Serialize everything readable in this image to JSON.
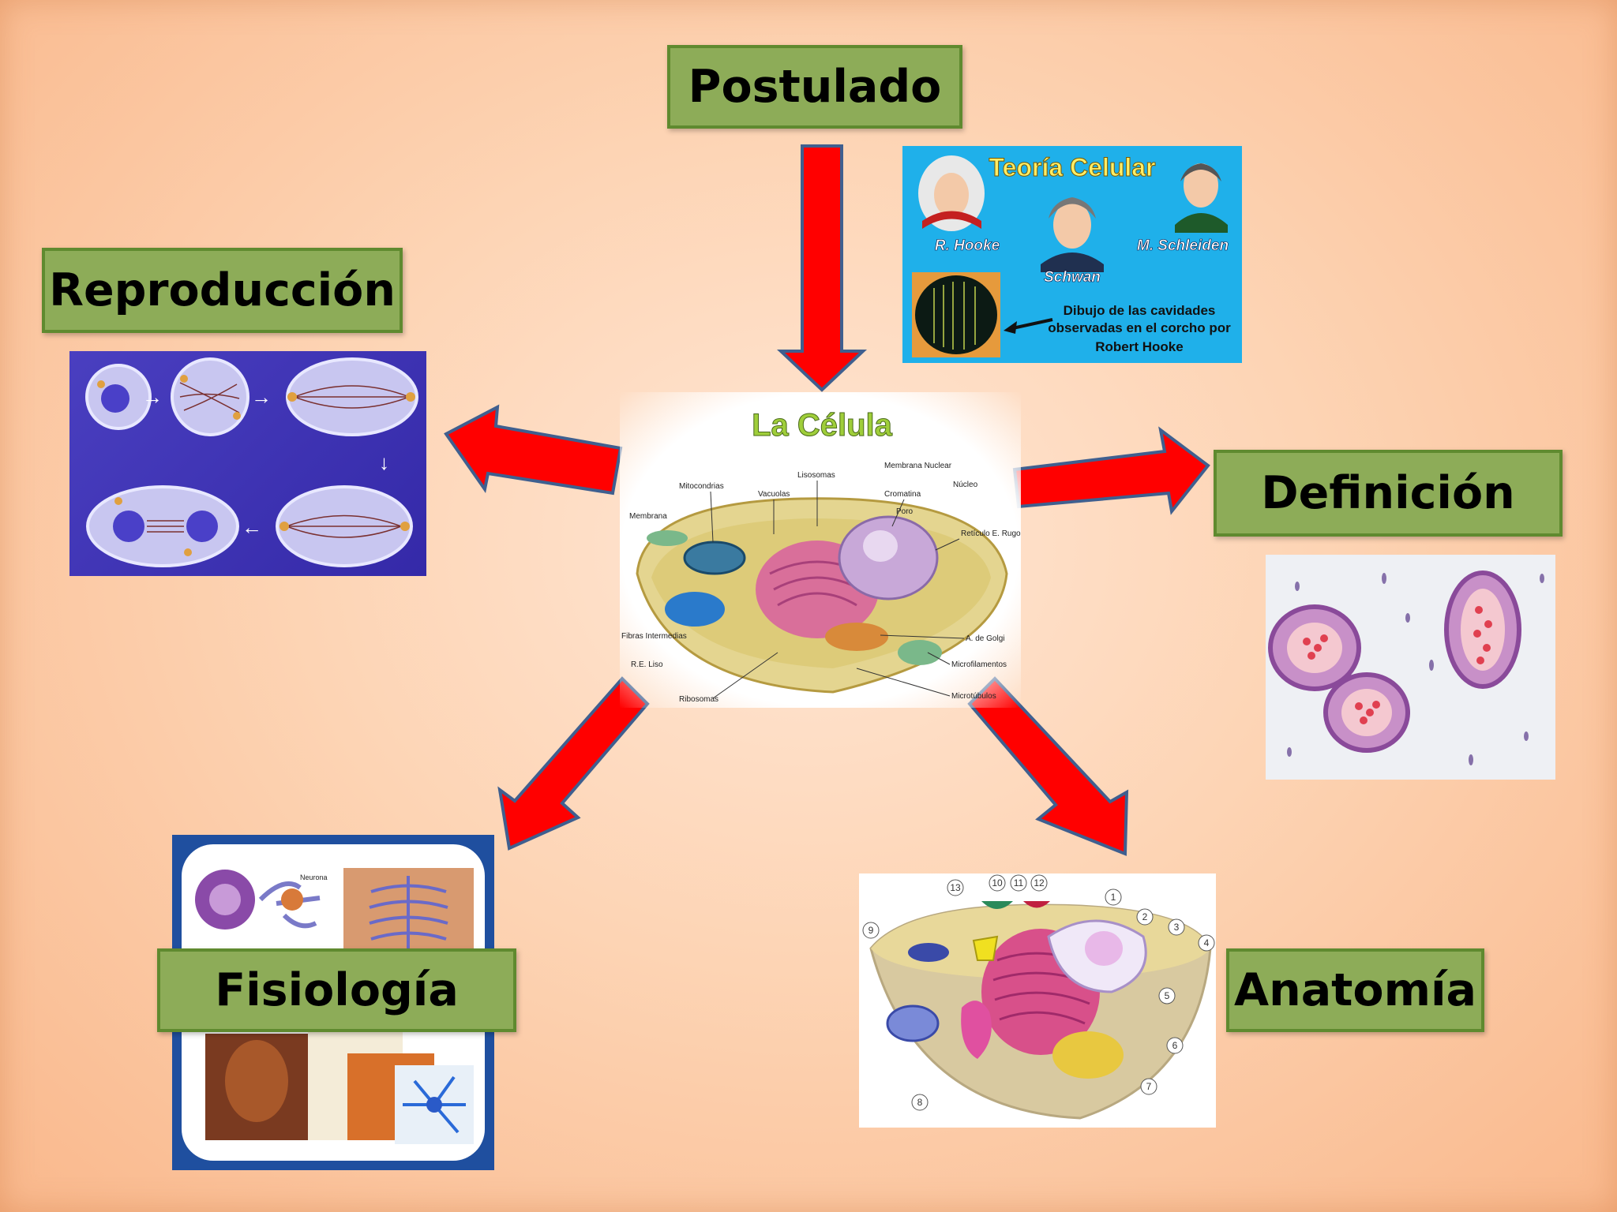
{
  "labels": {
    "postulado": "Postulado",
    "reproduccion": "Reproducción",
    "definicion": "Definición",
    "fisiologia": "Fisiología",
    "anatomia": "Anatomía"
  },
  "theory_image": {
    "title": "Teoría Celular",
    "name_hooke": "R. Hooke",
    "name_schwan": "Schwan",
    "name_schleiden": "M. Schleiden",
    "caption_line1": "Dibujo de las cavidades",
    "caption_line2": "observadas en el corcho por",
    "caption_line3": "Robert Hooke"
  },
  "center_image": {
    "title": "La Célula",
    "labels": {
      "mitocondrias": "Mitocondrias",
      "vacuolas": "Vacuolas",
      "lisosomas": "Lisosomas",
      "membrana_nuclear": "Membrana Nuclear",
      "cromatina": "Cromatina",
      "poro": "Poro",
      "nucleo": "Núcleo",
      "membrana": "Membrana",
      "reticulo_rugoso": "Retículo E. Rugoso",
      "fibras": "Fibras Intermedias",
      "re_liso": "R.E. Liso",
      "golgi": "A. de Golgi",
      "microfilamentos": "Microfilamentos",
      "ribosomas": "Ribosomas",
      "microtubulos": "Microtúbulos"
    }
  },
  "fisiologia_image": {
    "neurona_label": "Neurona"
  },
  "anatomia_image": {
    "numbers": [
      "1",
      "2",
      "3",
      "4",
      "5",
      "6",
      "7",
      "8",
      "9",
      "10",
      "11",
      "12",
      "13"
    ]
  },
  "colors": {
    "background": "#fdd4b4",
    "label_fill": "#8dac58",
    "label_border": "#5f8a2f",
    "arrow_fill": "#ff0000",
    "arrow_stroke": "#3f5f8f"
  }
}
